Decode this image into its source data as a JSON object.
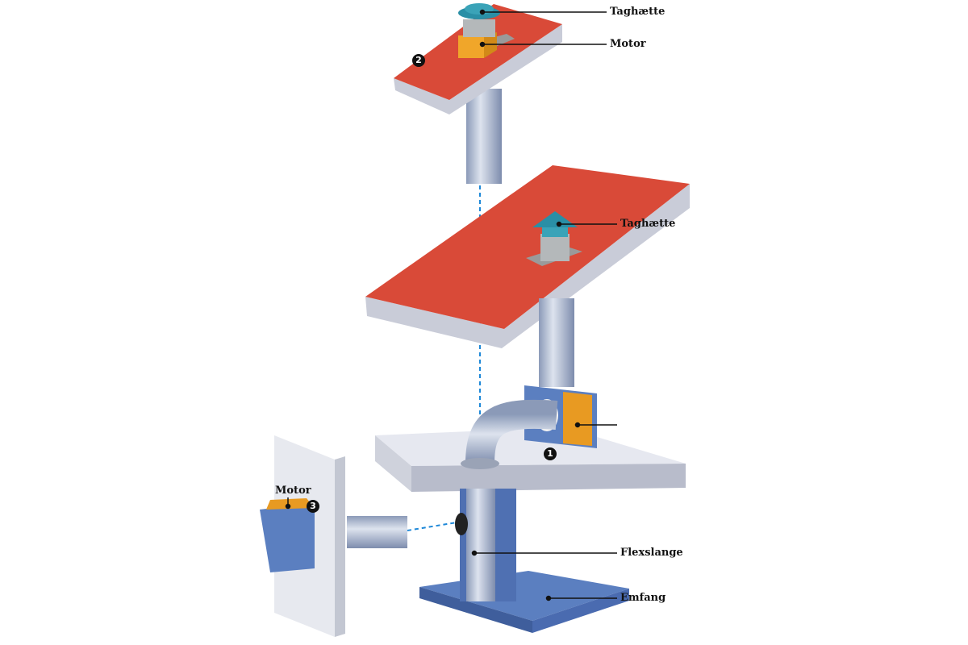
{
  "labels": {
    "top_cap": "Taghætte",
    "top_motor": "Motor",
    "mid_cap": "Taghætte",
    "hose": "Flexslange",
    "hood": "Emfang",
    "wall_motor": "Motor"
  },
  "badges": {
    "one": "1",
    "two": "2",
    "three": "3"
  },
  "colors": {
    "roof": "#d94a38",
    "duct_blue": "#5b7fc0",
    "motor": "#e89a22",
    "cap": "#2a8fa6",
    "dashed": "#1e88d8"
  }
}
